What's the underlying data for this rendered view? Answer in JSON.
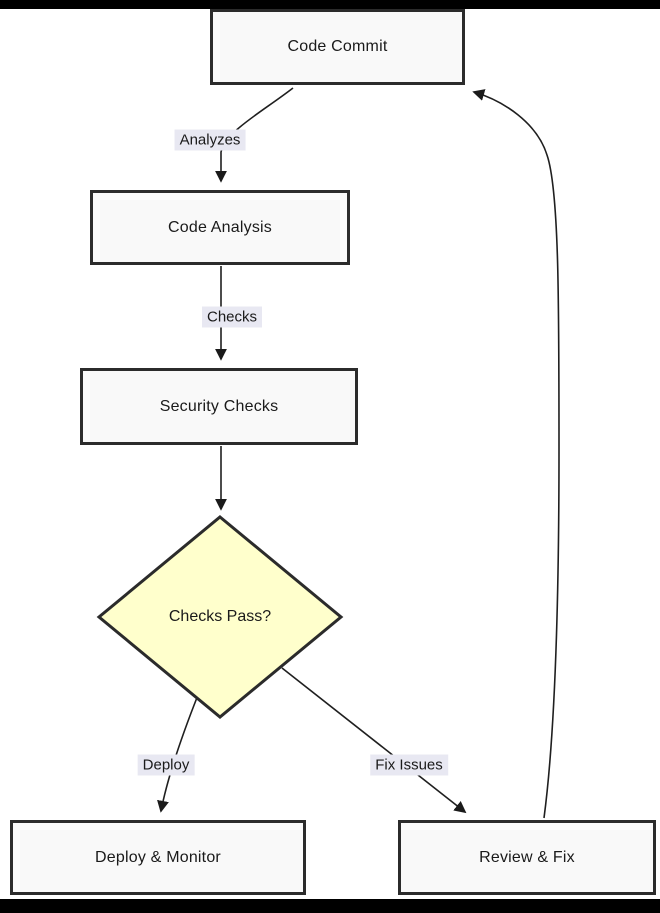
{
  "diagram": {
    "type": "flowchart",
    "direction": "top-down",
    "nodes": [
      {
        "id": "code_commit",
        "label": "Code Commit",
        "shape": "rect"
      },
      {
        "id": "code_analysis",
        "label": "Code Analysis",
        "shape": "rect"
      },
      {
        "id": "security_checks",
        "label": "Security Checks",
        "shape": "rect"
      },
      {
        "id": "checks_pass",
        "label": "Checks Pass?",
        "shape": "diamond"
      },
      {
        "id": "deploy_monitor",
        "label": "Deploy & Monitor",
        "shape": "rect"
      },
      {
        "id": "review_fix",
        "label": "Review & Fix",
        "shape": "rect"
      }
    ],
    "edges": [
      {
        "from": "code_commit",
        "to": "code_analysis",
        "label": "Analyzes"
      },
      {
        "from": "code_analysis",
        "to": "security_checks",
        "label": "Checks"
      },
      {
        "from": "security_checks",
        "to": "checks_pass",
        "label": ""
      },
      {
        "from": "checks_pass",
        "to": "deploy_monitor",
        "label": "Deploy"
      },
      {
        "from": "checks_pass",
        "to": "review_fix",
        "label": "Fix Issues"
      },
      {
        "from": "review_fix",
        "to": "code_commit",
        "label": ""
      }
    ],
    "colors": {
      "node_fill": "#f9f9f9",
      "node_border": "#2b2b2b",
      "decision_fill": "#ffffcc",
      "edge_label_bg": "#e8e8f2",
      "line": "#1f1f1f",
      "page_border": "#000000"
    }
  }
}
